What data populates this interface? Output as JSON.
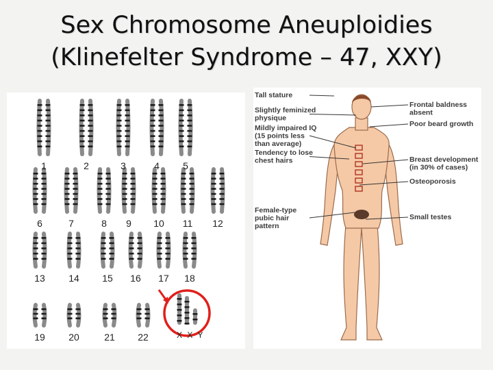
{
  "title": {
    "line1": "Sex Chromosome Aneuploidies",
    "line2": "(Klinefelter Syndrome – 47, XXY)"
  },
  "karyotype": {
    "numbers": [
      "1",
      "2",
      "3",
      "4",
      "5",
      "6",
      "7",
      "8",
      "9",
      "10",
      "11",
      "12",
      "13",
      "14",
      "15",
      "16",
      "17",
      "18",
      "19",
      "20",
      "21",
      "22"
    ],
    "sex_chromosomes_label": "X X Y",
    "highlight_color": "#e0201b"
  },
  "features": {
    "left": [
      [
        "Tall stature"
      ],
      [
        "Slightly feminized",
        "physique"
      ],
      [
        "Mildly impaired IQ",
        "(15 points less",
        "than average)"
      ],
      [
        "Tendency to lose",
        "chest hairs"
      ],
      [
        "Female-type",
        "pubic hair",
        "pattern"
      ]
    ],
    "right": [
      [
        "Frontal baldness",
        "absent"
      ],
      [
        "Poor beard growth"
      ],
      [
        "Breast development",
        "(in 30% of cases)"
      ],
      [
        "Osteoporosis"
      ],
      [
        "Small testes"
      ]
    ]
  }
}
